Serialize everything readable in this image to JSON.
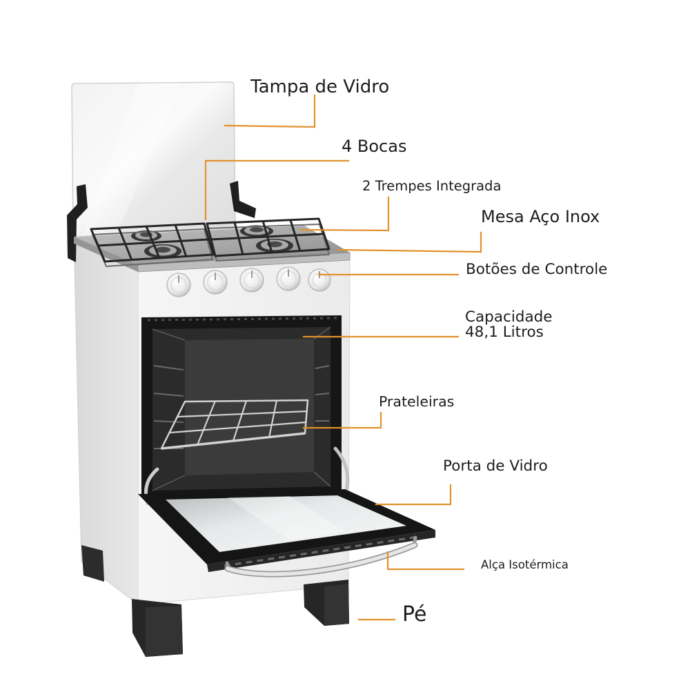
{
  "callouts": {
    "tampa_de_vidro": "Tampa de Vidro",
    "bocas": "4 Bocas",
    "trempes": "2 Trempes Integrada",
    "mesa": "Mesa Aço Inox",
    "botoes": "Botões de Controle",
    "capacidade": [
      "Capacidade",
      "48,1 Litros"
    ],
    "prateleiras": "Prateleiras",
    "porta": "Porta de Vidro",
    "alca": "Alça Isotérmica",
    "pe": "Pé"
  },
  "colors": {
    "leader_line": "#e2912c",
    "label_text": "#1c1c1c",
    "background": "#ffffff"
  }
}
